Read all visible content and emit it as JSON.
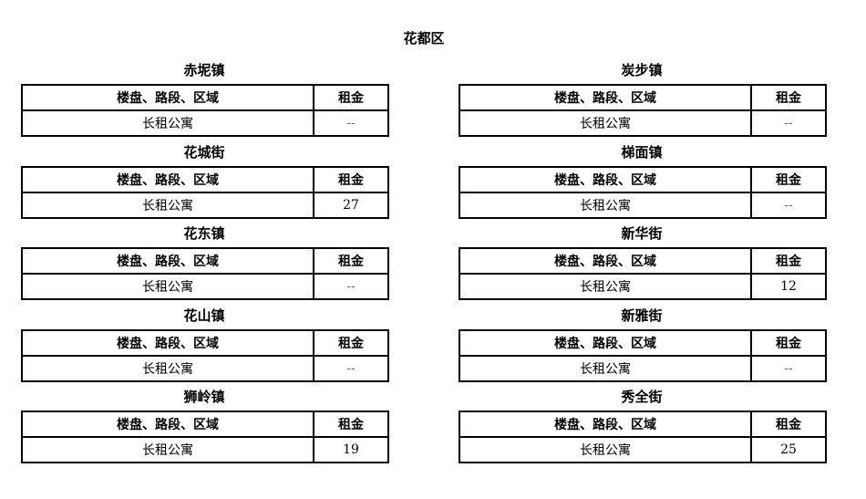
{
  "page_title": "花都区",
  "headers": {
    "area": "楼盘、路段、区域",
    "rent": "租金"
  },
  "left": [
    {
      "title": "赤坭镇",
      "row_label": "长租公寓",
      "rent": "--"
    },
    {
      "title": "花城街",
      "row_label": "长租公寓",
      "rent": "27"
    },
    {
      "title": "花东镇",
      "row_label": "长租公寓",
      "rent": "--"
    },
    {
      "title": "花山镇",
      "row_label": "长租公寓",
      "rent": "--"
    },
    {
      "title": "狮岭镇",
      "row_label": "长租公寓",
      "rent": "19"
    }
  ],
  "right": [
    {
      "title": "炭步镇",
      "row_label": "长租公寓",
      "rent": "--"
    },
    {
      "title": "梯面镇",
      "row_label": "长租公寓",
      "rent": "--"
    },
    {
      "title": "新华街",
      "row_label": "长租公寓",
      "rent": "12"
    },
    {
      "title": "新雅街",
      "row_label": "长租公寓",
      "rent": "--"
    },
    {
      "title": "秀全街",
      "row_label": "长租公寓",
      "rent": "25"
    }
  ]
}
